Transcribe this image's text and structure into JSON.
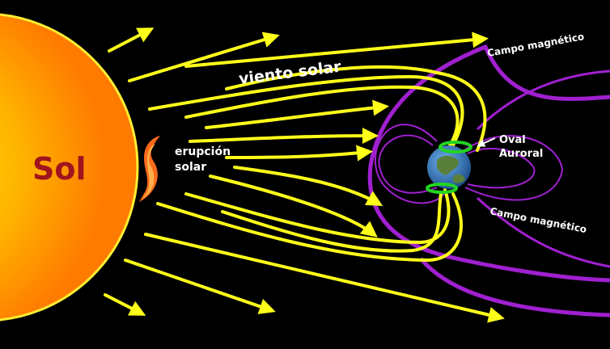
{
  "labels": {
    "sun": "Sol",
    "solar_wind": "viento solar",
    "eruption_line1": "erupción",
    "eruption_line2": "solar",
    "magnetic_field_top": "Campo magnético",
    "magnetic_field_bottom": "Campo magnético",
    "auroral_line1": "Oval",
    "auroral_line2": "Auroral"
  },
  "colors": {
    "background": "#000000",
    "sun_core": "#ffd400",
    "sun_edge": "#ff7a00",
    "sun_label": "#a0141e",
    "solar_wind": "#ffff1a",
    "magnetic_field": "#a020d0",
    "auroral_oval": "#22d422",
    "earth_ocean": "#2a6fb8",
    "earth_land": "#5a7f3a",
    "eruption": "#ff6a1a",
    "label_text": "#ffffff"
  },
  "icons": {
    "sun": "sun-disc",
    "earth": "earth-globe",
    "eruption": "flare-flame"
  }
}
